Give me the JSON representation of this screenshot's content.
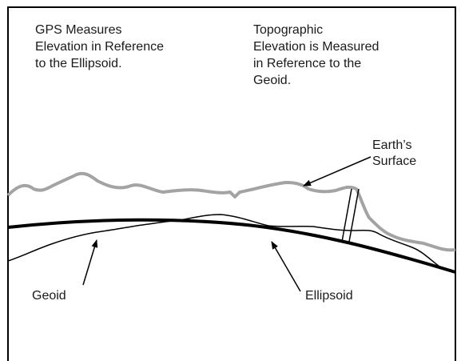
{
  "captions": {
    "gps": "GPS Measures\nElevation in Reference\nto the Ellipsoid.",
    "topographic": "Topographic\nElevation is Measured\nin Reference to the\nGeoid."
  },
  "labels": {
    "earth_surface": "Earth’s\nSurface",
    "geoid": "Geoid",
    "ellipsoid": "Ellipsoid"
  },
  "colors": {
    "frame": "#000000",
    "earth_surface": "#a3a3a3",
    "ellipsoid": "#000000",
    "geoid": "#000000",
    "text": "#1a1a1a"
  }
}
